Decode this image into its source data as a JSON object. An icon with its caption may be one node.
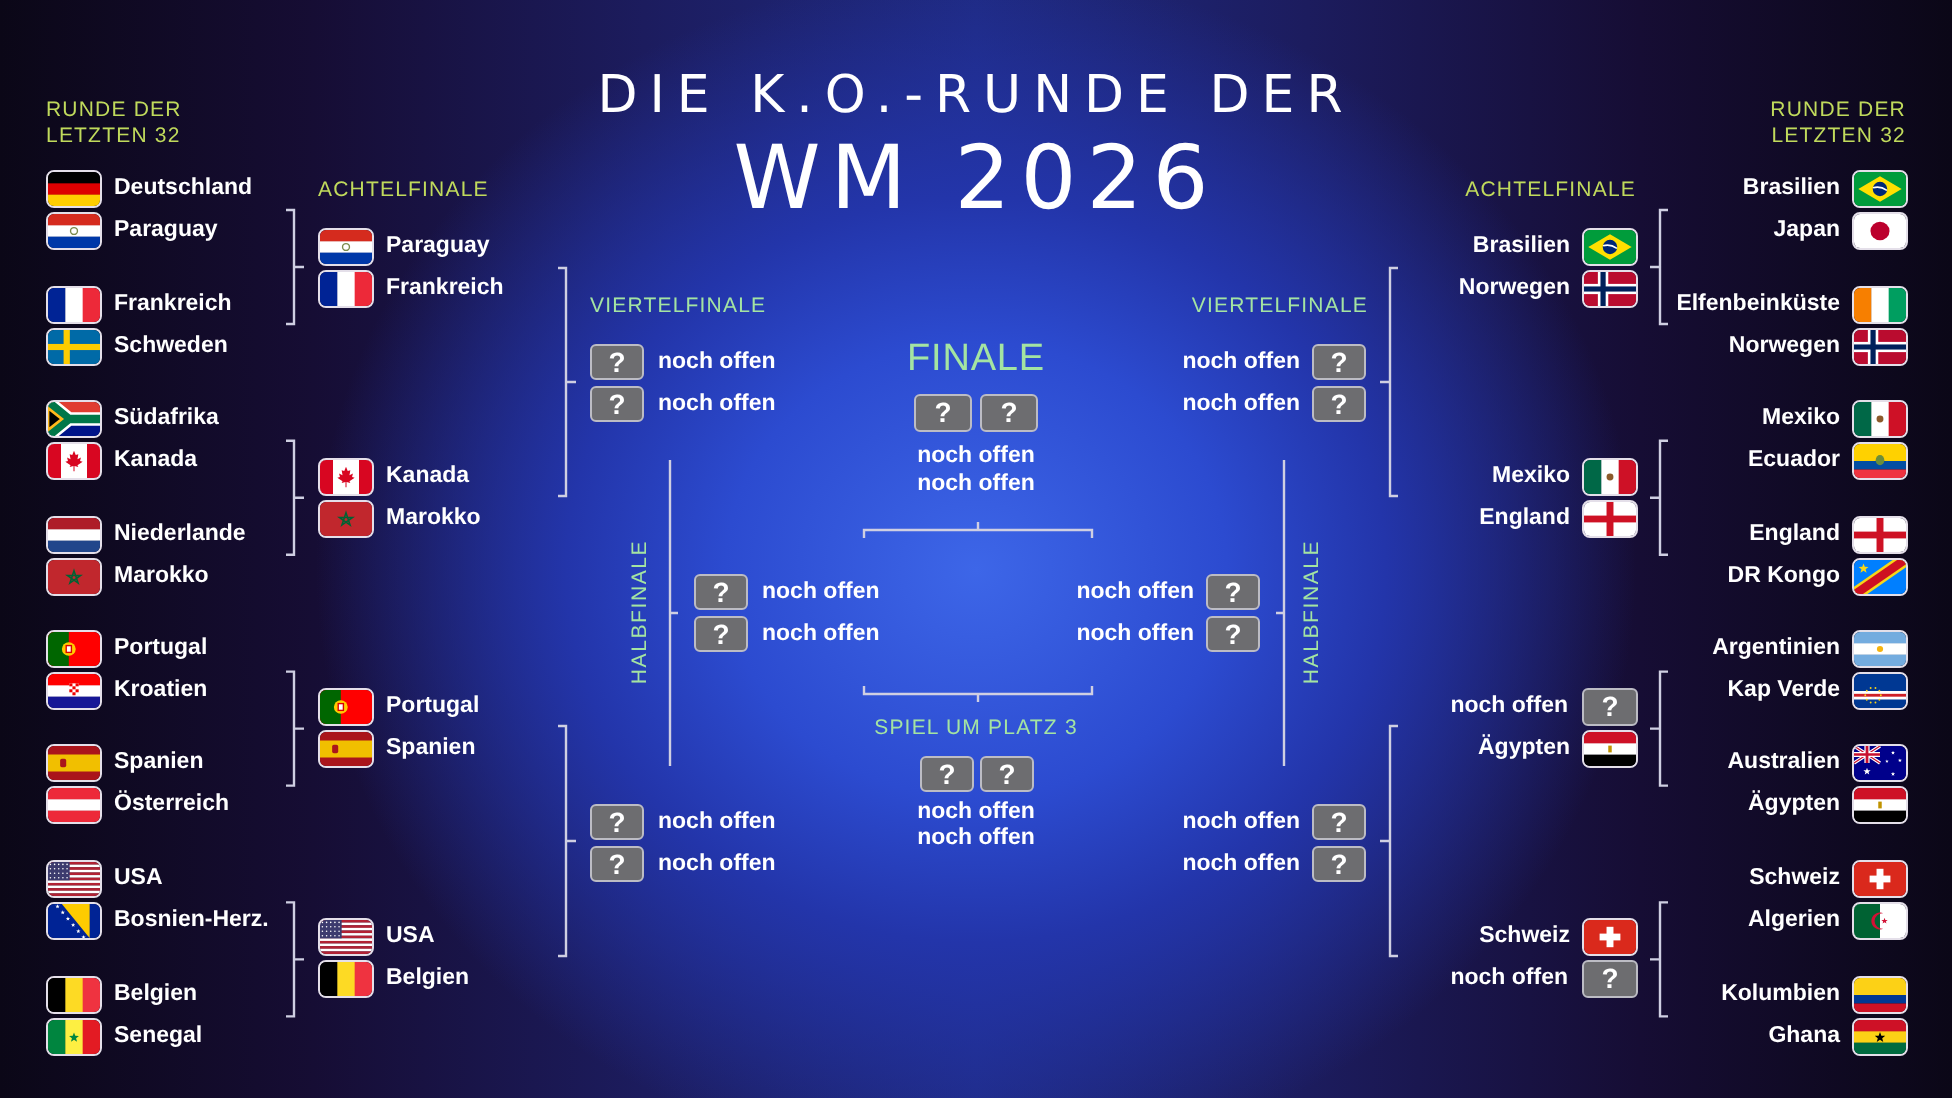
{
  "diagram": {
    "title": "DIE K.O.-RUNDE DER WM 2026",
    "nodes": [
      {
        "text": [
          "?"
        ],
        "beside": [
          "noch offen"
        ]
      },
      {
        "text": [
          "?"
        ],
        "beside": [
          "noch offen"
        ]
      },
      {
        "text": [
          "?"
        ],
        "beside": [
          "noch offen"
        ]
      },
      {
        "text": [
          "?"
        ],
        "beside": [
          "noch offen"
        ]
      },
      {
        "text": [
          "?"
        ],
        "beside": [
          "noch offen"
        ]
      },
      {
        "text": [
          "?"
        ],
        "beside": [
          "noch offen"
        ]
      },
      {
        "text": [
          "?"
        ],
        "beside": [
          "noch offen"
        ]
      },
      {
        "text": [
          "?"
        ],
        "beside": [
          "noch offen"
        ]
      },
      {
        "text": [
          "?"
        ],
        "beside": [
          "noch offen"
        ]
      },
      {
        "text": [
          "?"
        ],
        "beside": [
          "noch offen"
        ]
      },
      {
        "text": [
          "?"
        ],
        "beside": [
          "noch offen"
        ]
      },
      {
        "text": [
          "?"
        ],
        "beside": [
          "noch offen"
        ]
      },
      {
        "text": [
          "?"
        ],
        "beside": [
          "noch offen"
        ]
      },
      {
        "text": [
          "?"
        ],
        "beside": [
          "noch offen"
        ]
      },
      {
        "text": [
          "?"
        ],
        "beside": [
          "noch offen"
        ]
      },
      {
        "text": [
          "?"
        ],
        "beside": [
          "noch offen"
        ]
      },
      {
        "text": [
          "?"
        ],
        "beside": [
          "noch offen"
        ]
      },
      {
        "text": [
          "?"
        ],
        "beside": [
          "noch offen"
        ]
      }
    ],
    "labels": [
      "RUNDE DER LETZTEN 32",
      "Deutschland",
      "Paraguay",
      "Frankreich",
      "Schweden",
      "Südafrika",
      "Kanada",
      "Niederlande",
      "Marokko",
      "Portugal",
      "Kroatien",
      "Spanien",
      "Österreich",
      "USA",
      "Bosnien-Herz.",
      "Belgien",
      "Senegal",
      "ACHTELFINALE",
      "Paraguay",
      "Frankreich",
      "Kanada",
      "Marokko",
      "Portugal",
      "Spanien",
      "USA",
      "Belgien",
      "VIERTELFINALE",
      "HALBFINALE",
      "FINALE",
      "SPIEL UM PLATZ 3",
      "VIERTELFINALE",
      "HALBFINALE",
      "ACHTELFINALE",
      "Brasilien",
      "Norwegen",
      "Mexiko",
      "England",
      "Ägypten",
      "Schweiz",
      "RUNDE DER LETZTEN 32",
      "Brasilien",
      "Japan",
      "Elfenbeinküste",
      "Norwegen",
      "Mexiko",
      "Ecuador",
      "England",
      "DR Kongo",
      "Argentinien",
      "Kap Verde",
      "Australien",
      "Ägypten",
      "Schweiz",
      "Algerien",
      "Kolumbien",
      "Ghana"
    ]
  }
}
